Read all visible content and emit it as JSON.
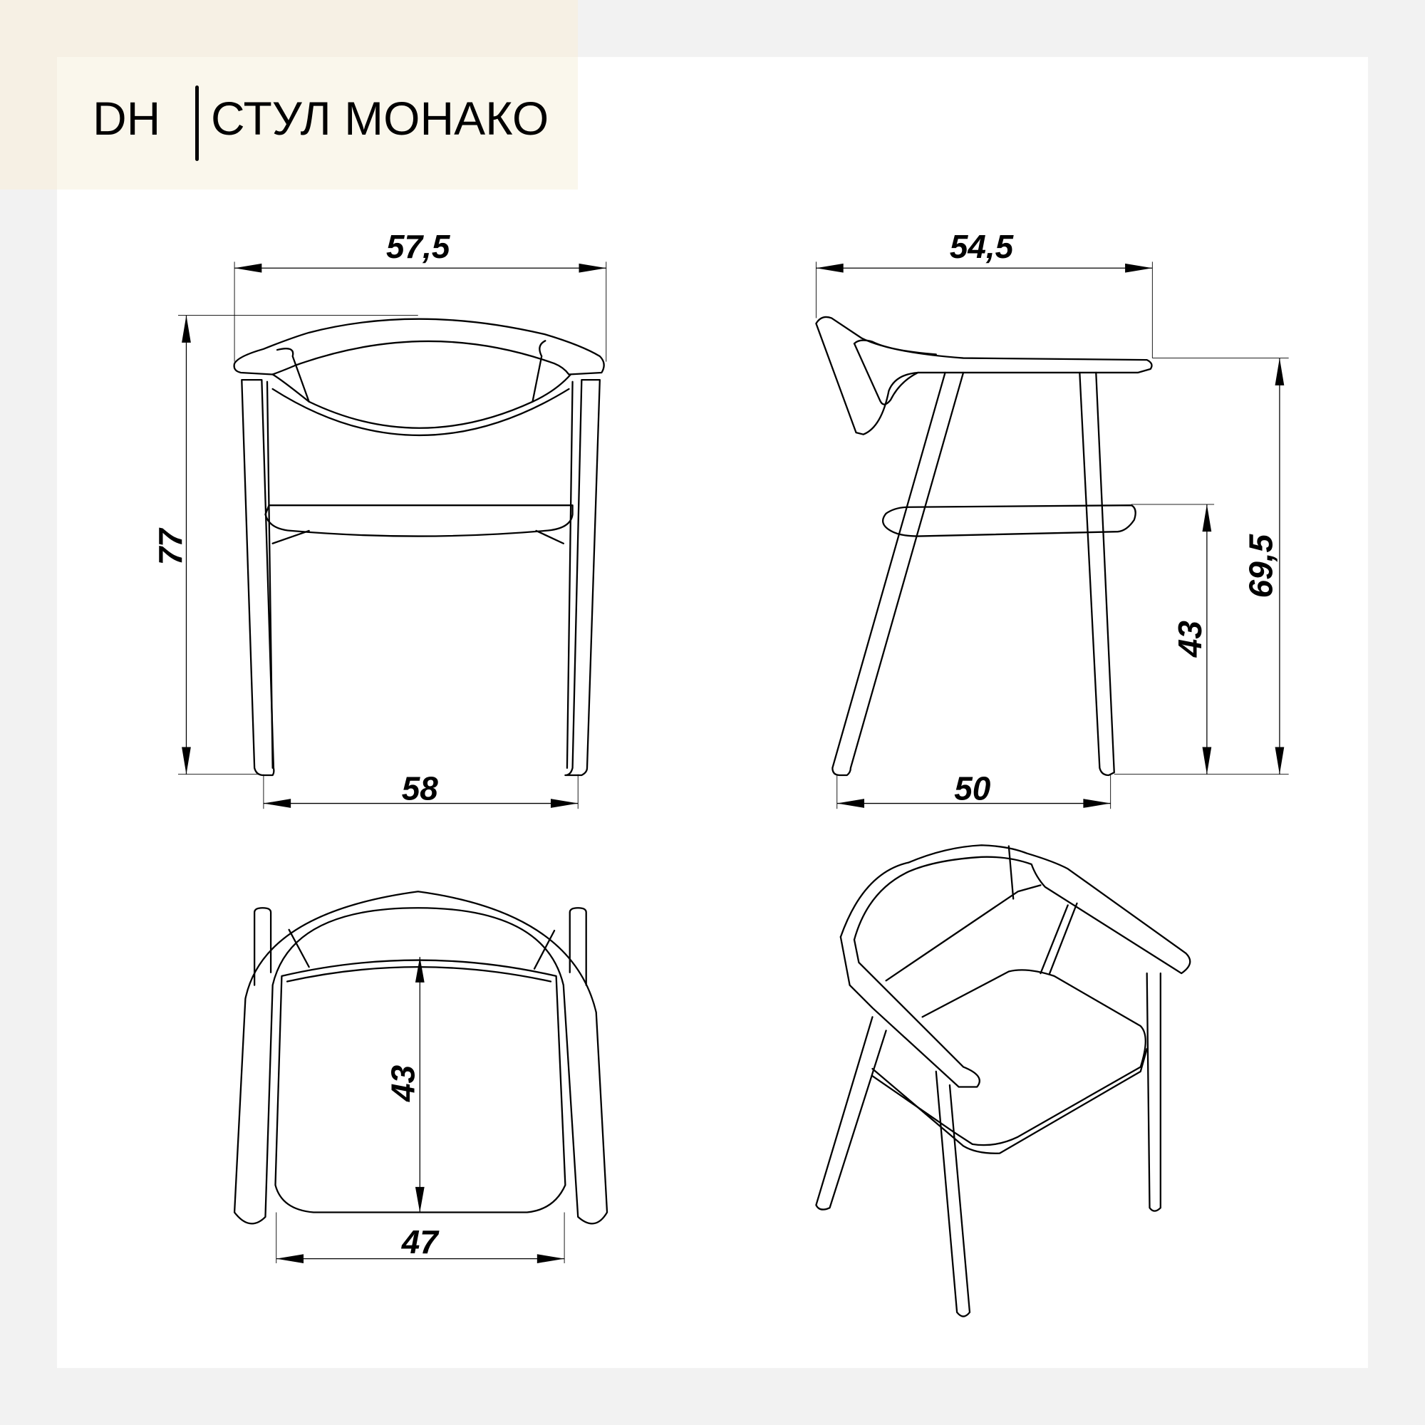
{
  "header": {
    "brand": "DH",
    "title": "СТУЛ МОНАКО"
  },
  "dimensions": {
    "front_width_top": "57,5",
    "front_height": "77",
    "front_width_bottom": "58",
    "side_depth_top": "54,5",
    "side_arm_height": "69,5",
    "side_seat_height": "43",
    "side_depth_bottom": "50",
    "top_seat_depth": "43",
    "top_seat_width": "47"
  },
  "colors": {
    "header_outer": "#f6f0e4",
    "header_inner": "#faf7ec",
    "panel": "#ffffff",
    "background": "#f2f2f2"
  }
}
